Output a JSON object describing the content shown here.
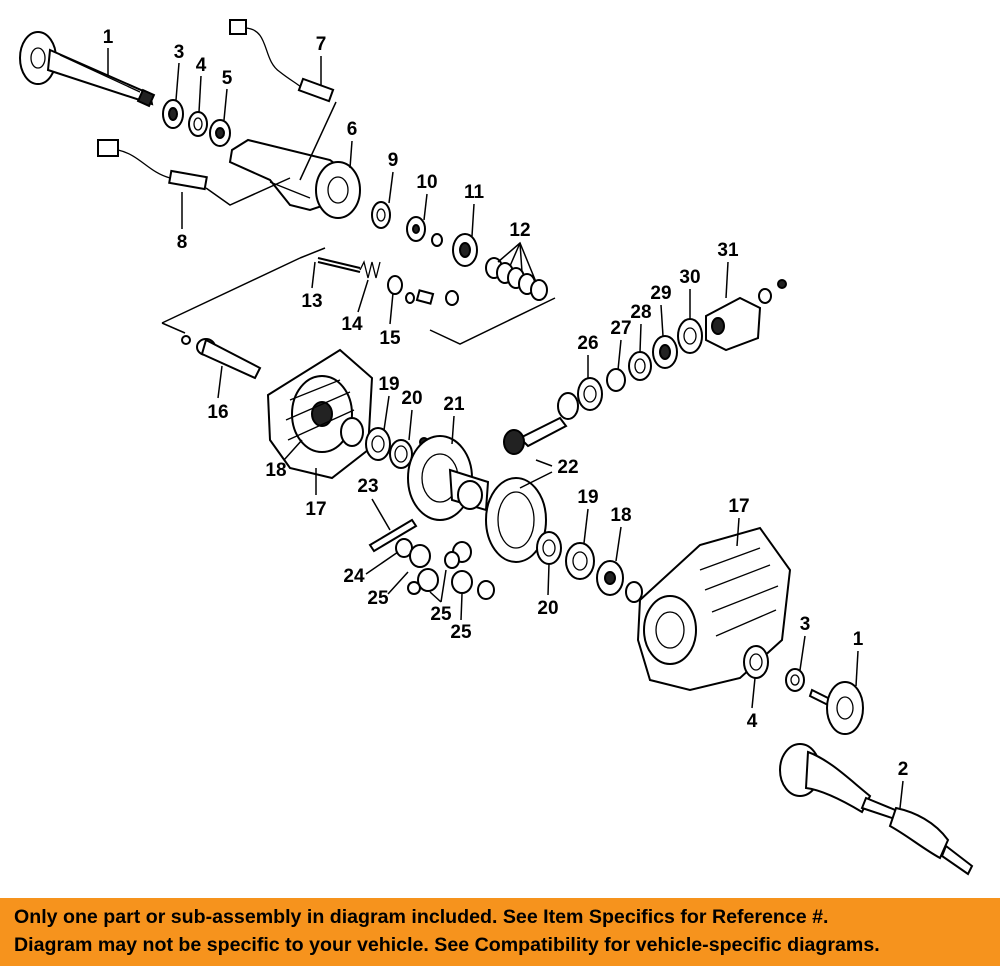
{
  "diagram": {
    "callouts": {
      "c1a": "1",
      "c3a": "3",
      "c4a": "4",
      "c5": "5",
      "c7": "7",
      "c6": "6",
      "c8": "8",
      "c9": "9",
      "c10": "10",
      "c11": "11",
      "c12": "12",
      "c13": "13",
      "c14": "14",
      "c15": "15",
      "c16": "16",
      "c17a": "17",
      "c18a": "18",
      "c19a": "19",
      "c20a": "20",
      "c21": "21",
      "c22": "22",
      "c23": "23",
      "c24": "24",
      "c25a": "25",
      "c25b": "25",
      "c25c": "25",
      "c26": "26",
      "c27": "27",
      "c28": "28",
      "c29": "29",
      "c30": "30",
      "c31": "31",
      "c19b": "19",
      "c18b": "18",
      "c17b": "17",
      "c20b": "20",
      "c3b": "3",
      "c4b": "4",
      "c1b": "1",
      "c2": "2"
    }
  },
  "banner": {
    "background": "#f6931d",
    "line1": "Only one part or sub-assembly in diagram included. See Item Specifics for Reference #.",
    "line2": "Diagram may not be specific to your vehicle. See Compatibility for vehicle-specific diagrams."
  }
}
